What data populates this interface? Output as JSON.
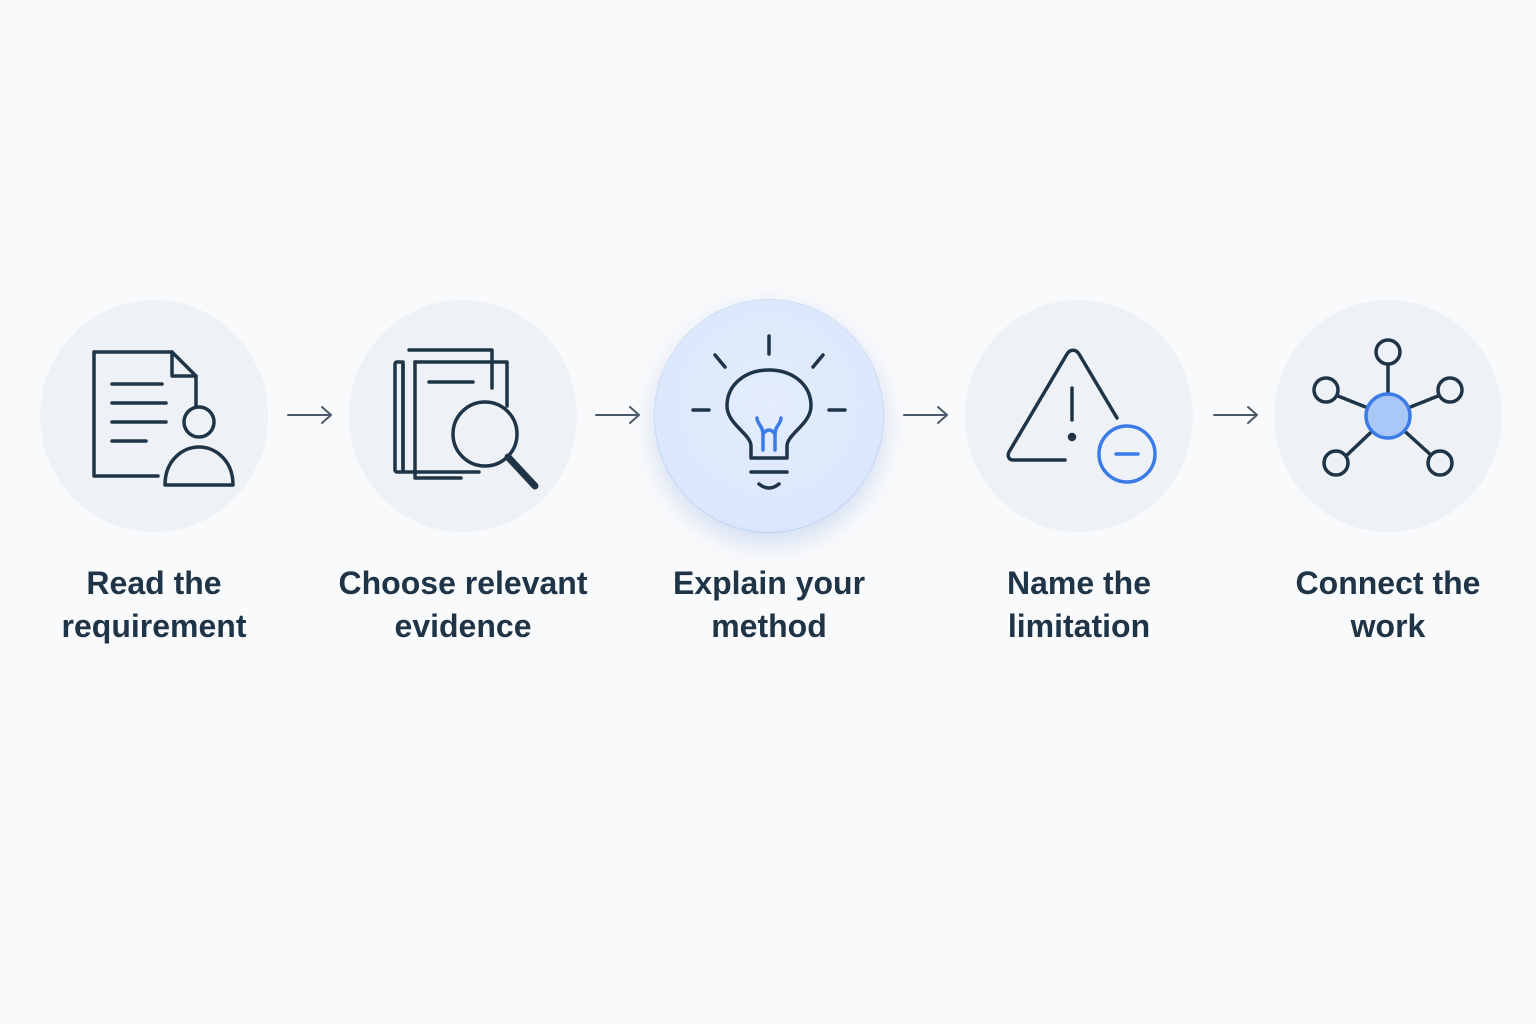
{
  "diagram": {
    "steps": [
      {
        "label_line1": "Read the",
        "label_line2": "requirement",
        "icon": "document-person-icon"
      },
      {
        "label_line1": "Choose relevant",
        "label_line2": "evidence",
        "icon": "documents-magnifier-icon"
      },
      {
        "label_line1": "Explain your",
        "label_line2": "method",
        "icon": "lightbulb-icon"
      },
      {
        "label_line1": "Name the",
        "label_line2": "limitation",
        "icon": "warning-minus-icon"
      },
      {
        "label_line1": "Connect the",
        "label_line2": "work",
        "icon": "network-hub-icon"
      }
    ],
    "active_step": 3,
    "colors": {
      "background": "#f9fafb",
      "circle": "#eef2f7",
      "active_circle": "#dbe7fc",
      "icon_stroke": "#1f3447",
      "accent": "#3b7be8",
      "text": "#1f3447"
    }
  }
}
